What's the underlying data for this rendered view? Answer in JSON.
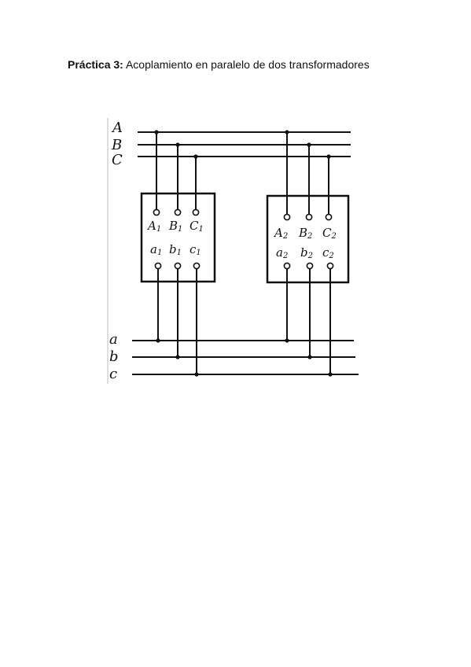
{
  "heading": {
    "label": "Práctica 3:",
    "text": "Acoplamiento en paralelo de dos transformadores"
  },
  "diagram": {
    "primary_buses": [
      "A",
      "B",
      "C"
    ],
    "secondary_buses": [
      "a",
      "b",
      "c"
    ],
    "transformer_1": {
      "primary_terminals": [
        {
          "letter": "A",
          "sub": "1"
        },
        {
          "letter": "B",
          "sub": "1"
        },
        {
          "letter": "C",
          "sub": "1"
        }
      ],
      "secondary_terminals": [
        {
          "letter": "a",
          "sub": "1"
        },
        {
          "letter": "b",
          "sub": "1"
        },
        {
          "letter": "c",
          "sub": "1"
        }
      ]
    },
    "transformer_2": {
      "primary_terminals": [
        {
          "letter": "A",
          "sub": "2"
        },
        {
          "letter": "B",
          "sub": "2"
        },
        {
          "letter": "C",
          "sub": "2"
        }
      ],
      "secondary_terminals": [
        {
          "letter": "a",
          "sub": "2"
        },
        {
          "letter": "b",
          "sub": "2"
        },
        {
          "letter": "c",
          "sub": "2"
        }
      ]
    },
    "line_color": "#111111"
  }
}
